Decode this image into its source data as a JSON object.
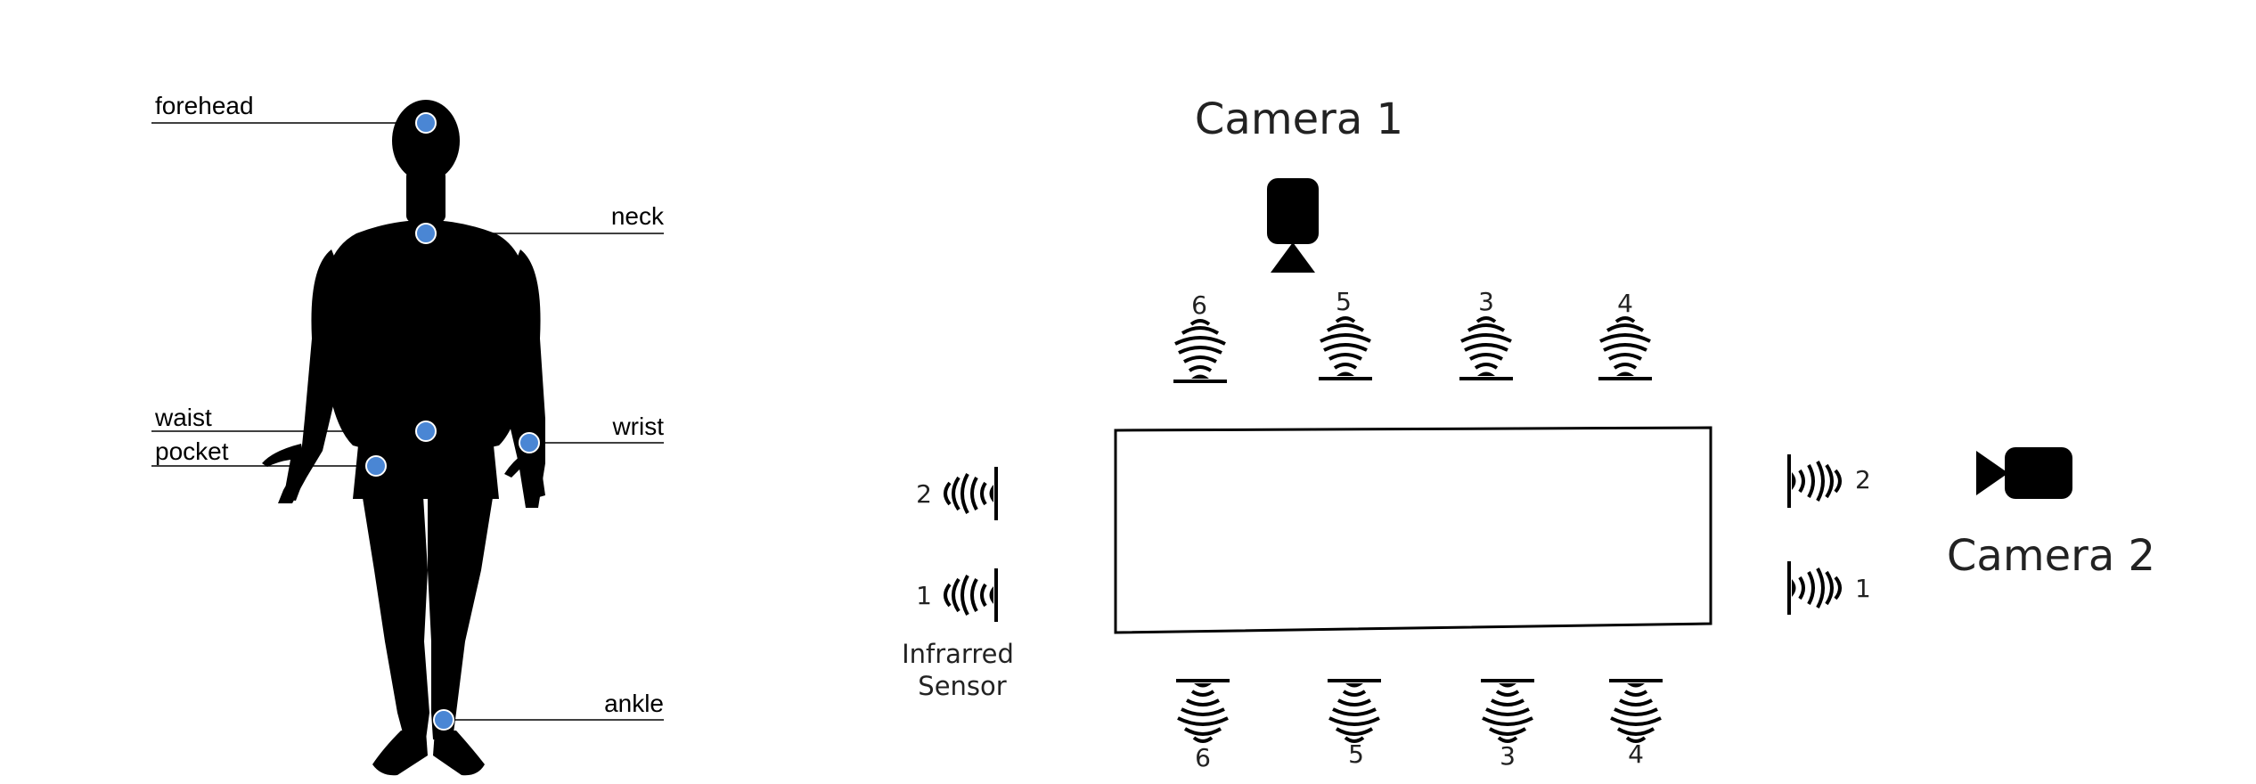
{
  "body_diagram": {
    "labels": {
      "forehead": "forehead",
      "neck": "neck",
      "waist": "waist",
      "pocket": "pocket",
      "wrist": "wrist",
      "ankle": "ankle"
    },
    "sensor_color": "#4a86d4"
  },
  "room_diagram": {
    "camera1_label": "Camera 1",
    "camera2_label": "Camera 2",
    "top_sensors": [
      "6",
      "5",
      "3",
      "4"
    ],
    "bottom_sensors": [
      "6",
      "5",
      "3",
      "4"
    ],
    "left_sensors": [
      "2",
      "1"
    ],
    "right_sensors": [
      "2",
      "1"
    ],
    "infrared_label_line1": "Infrarred",
    "infrared_label_line2": "Sensor"
  }
}
